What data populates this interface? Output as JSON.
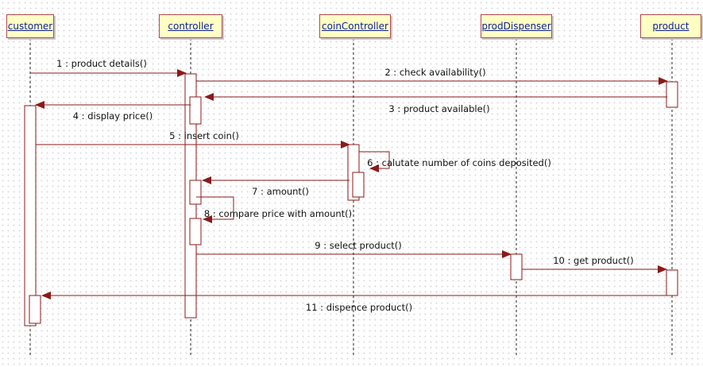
{
  "diagram": {
    "type": "sequence",
    "colors": {
      "lifeline_fill": "#ffffc4",
      "lifeline_border": "#b54a4a",
      "name_text": "#0b1f9a",
      "message_line": "#8b1a1a"
    },
    "lifelines": [
      {
        "id": "customer",
        "name": "customer"
      },
      {
        "id": "controller",
        "name": "controller"
      },
      {
        "id": "coinController",
        "name": "coinController"
      },
      {
        "id": "prodDispenser",
        "name": "prodDispenser"
      },
      {
        "id": "product",
        "name": "product"
      }
    ],
    "messages": [
      {
        "id": "m1",
        "label": "1 : product details()",
        "from": "customer",
        "to": "controller",
        "kind": "call"
      },
      {
        "id": "m2",
        "label": "2 : check availability()",
        "from": "controller",
        "to": "product",
        "kind": "call"
      },
      {
        "id": "m3",
        "label": "3 : product available()",
        "from": "product",
        "to": "controller",
        "kind": "return"
      },
      {
        "id": "m4",
        "label": "4 : display price()",
        "from": "controller",
        "to": "customer",
        "kind": "return"
      },
      {
        "id": "m5",
        "label": "5 : insert coin()",
        "from": "customer",
        "to": "coinController",
        "kind": "call"
      },
      {
        "id": "m6",
        "label": "6 : calutate number of coins deposited()",
        "from": "coinController",
        "to": "coinController",
        "kind": "self"
      },
      {
        "id": "m7",
        "label": "7 : amount()",
        "from": "coinController",
        "to": "controller",
        "kind": "return"
      },
      {
        "id": "m8",
        "label": "8 : compare price with amount()",
        "from": "controller",
        "to": "controller",
        "kind": "self"
      },
      {
        "id": "m9",
        "label": "9 : select product()",
        "from": "controller",
        "to": "prodDispenser",
        "kind": "call"
      },
      {
        "id": "m10",
        "label": "10 : get product()",
        "from": "prodDispenser",
        "to": "product",
        "kind": "call"
      },
      {
        "id": "m11",
        "label": "11 : dispence product()",
        "from": "product",
        "to": "customer",
        "kind": "return"
      }
    ]
  }
}
